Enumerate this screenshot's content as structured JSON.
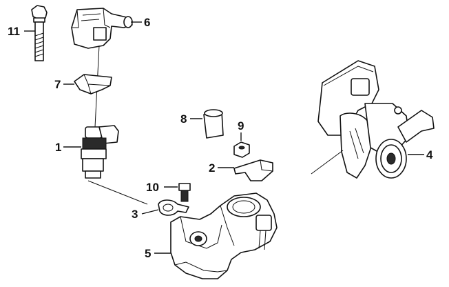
{
  "diagram": {
    "callouts": [
      "1",
      "2",
      "3",
      "4",
      "5",
      "6",
      "7",
      "8",
      "9",
      "10",
      "11"
    ]
  },
  "colors": {
    "ink": "#111111",
    "background": "#ffffff"
  }
}
